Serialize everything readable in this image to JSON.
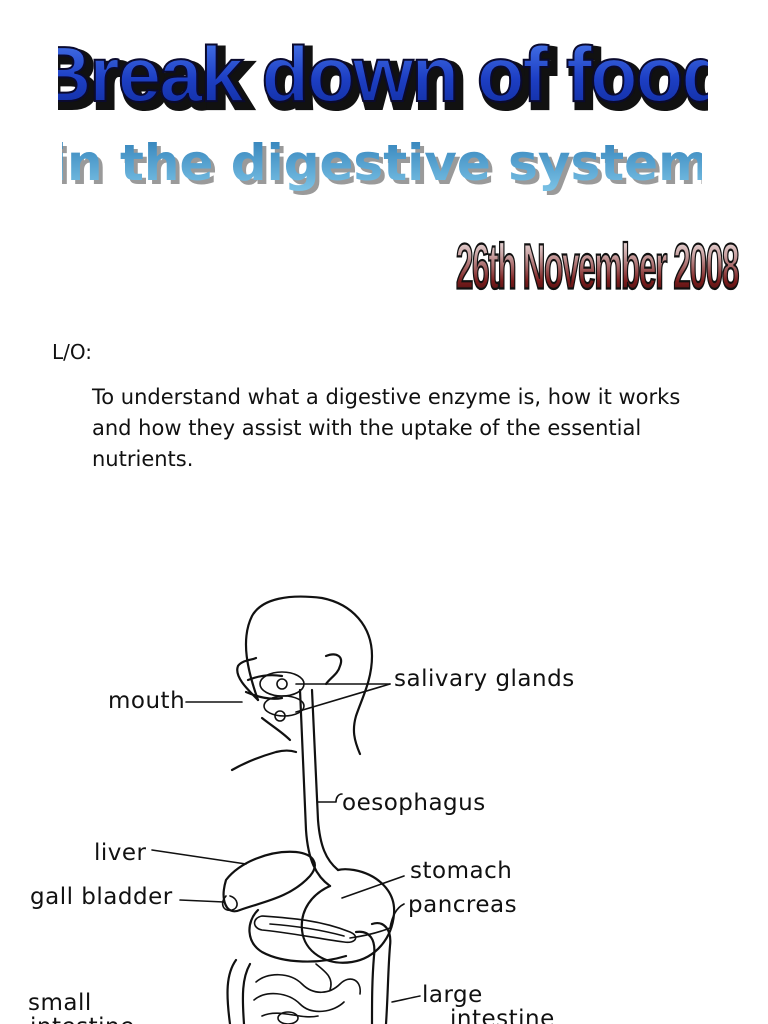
{
  "title": {
    "main": "Break down of food",
    "sub": "in the digestive system",
    "date": "26th November 2008"
  },
  "objective": {
    "label": "L/O:",
    "text": "To understand what a digestive enzyme is, how it works and how they assist with the uptake of the essential nutrients."
  },
  "diagram": {
    "labels": {
      "mouth": "mouth",
      "salivary_glands": "salivary glands",
      "oesophagus": "oesophagus",
      "liver": "liver",
      "stomach": "stomach",
      "gall_bladder": "gall bladder",
      "pancreas": "pancreas",
      "small_intestine_1": "small",
      "small_intestine_2": "intestine",
      "large_intestine_1": "large",
      "large_intestine_2": "intestine"
    }
  },
  "colors": {
    "title_blue": "#1d3fc4",
    "title_outline": "#0a0a2e",
    "subtitle_teal": "#3f9fd0",
    "date_red": "#8a1a1a"
  }
}
